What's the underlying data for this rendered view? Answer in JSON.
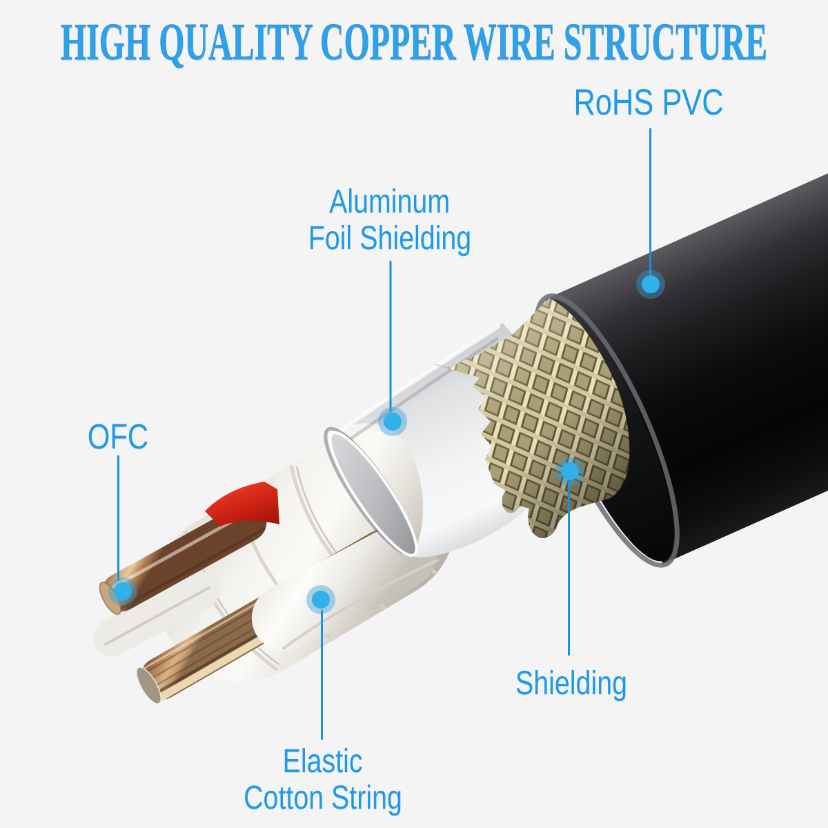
{
  "title": {
    "text": "HIGH QUALITY COPPER WIRE STRUCTURE"
  },
  "theme": {
    "background": "#f4f4f5",
    "title_color": "#2da2ea",
    "label_color": "#1e9ae8",
    "callout_line_color": "#1693dd",
    "marker_dot_color": "#2fb1ea",
    "marker_ring_color": "rgba(52,158,215,0.42)",
    "jacket_color": "#0c0c0d",
    "braid_color": "#b1a67c",
    "foil_color": "#e8eaec",
    "cotton_color": "#f5f3ef",
    "copper_color": "#c89a6e",
    "red_insulation_color": "#d62417"
  },
  "callouts": {
    "rohs_pvc": {
      "lines": [
        "RoHS PVC"
      ],
      "target": "pvc-outer-jacket"
    },
    "aluminum_foil": {
      "lines": [
        "Aluminum",
        "Foil Shielding"
      ],
      "target": "aluminum-foil-layer"
    },
    "ofc": {
      "lines": [
        "OFC"
      ],
      "target": "copper-conductor"
    },
    "shielding": {
      "lines": [
        "Shielding"
      ],
      "target": "braided-shielding"
    },
    "elastic_cotton": {
      "lines": [
        "Elastic",
        "Cotton String"
      ],
      "target": "cotton-string"
    }
  },
  "parts": [
    "pvc-outer-jacket",
    "braided-shielding",
    "aluminum-foil-layer",
    "elastic-cotton-string",
    "ofc-copper-conductor",
    "red-inner-insulation"
  ]
}
